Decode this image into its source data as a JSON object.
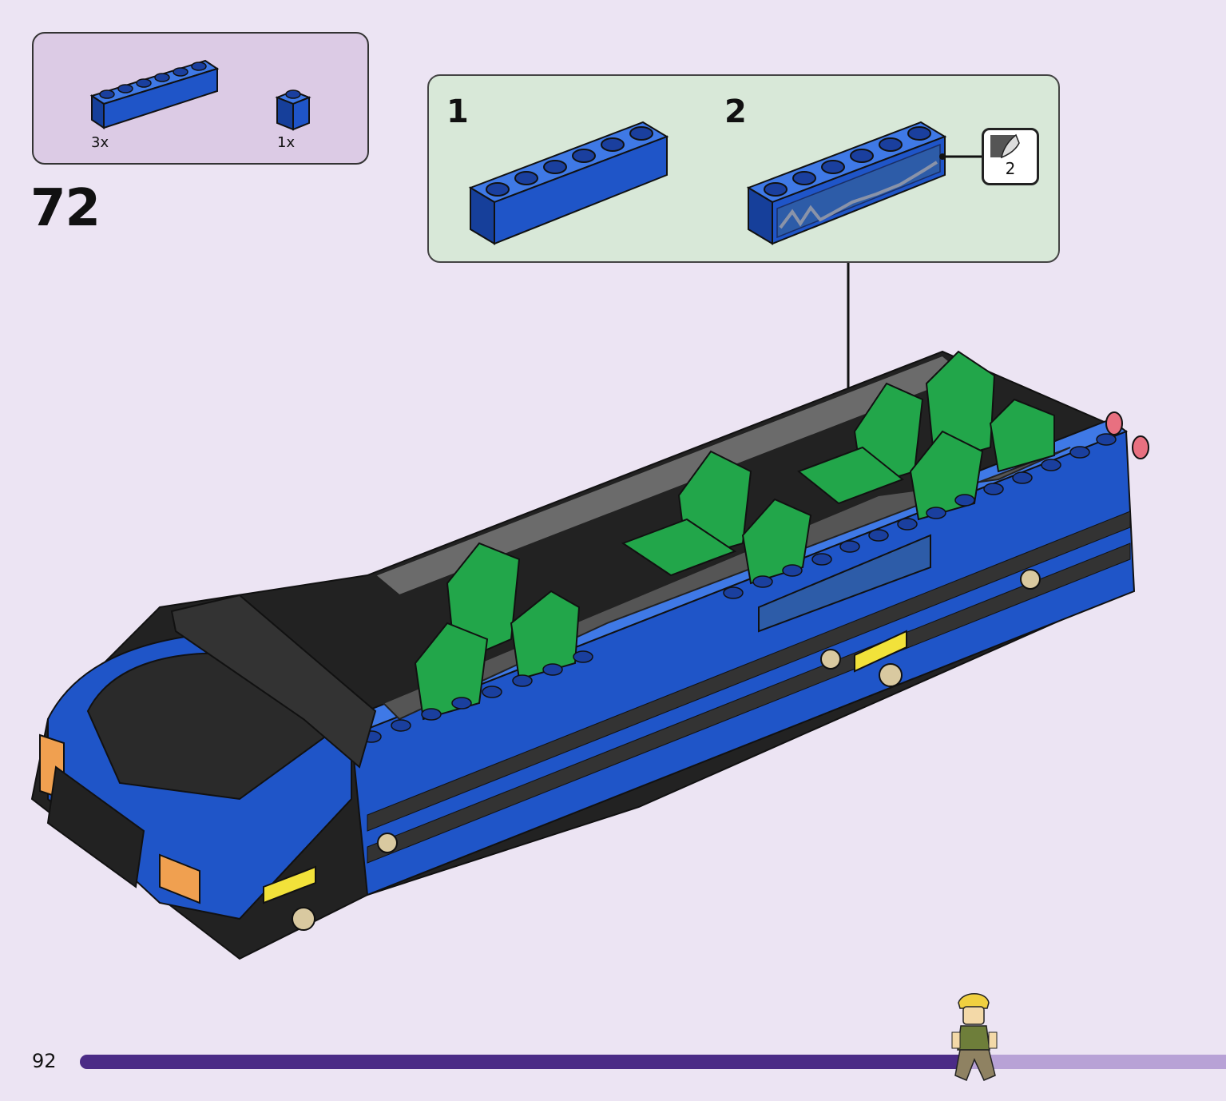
{
  "parts": [
    {
      "quantity": "3x",
      "icon": "blue-brick-1x6-icon"
    },
    {
      "quantity": "1x",
      "icon": "blue-brick-1x1-icon"
    }
  ],
  "step": {
    "number": "72"
  },
  "sub_steps": [
    {
      "number": "1",
      "icon": "blue-brick-1x6-icon"
    },
    {
      "number": "2",
      "icon": "stickered-brick-icon",
      "sticker": "2"
    }
  ],
  "footer": {
    "page_number": "92",
    "progress": 0.78
  },
  "colors": {
    "background": "#ece4f3",
    "parts_box": "#dccbe5",
    "sub_box": "#d8e8d8",
    "brick_blue": "#1f55c8",
    "seat_green": "#22a64a",
    "progress_fill": "#4b2b86",
    "progress_track": "#b8a2d6"
  }
}
